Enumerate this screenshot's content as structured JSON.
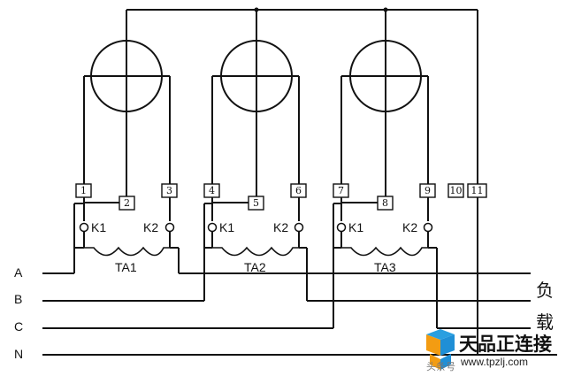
{
  "meters": [
    {
      "terminals": [
        "1",
        "2",
        "3"
      ],
      "k1": "K1",
      "k2": "K2",
      "ct": "TA1"
    },
    {
      "terminals": [
        "4",
        "5",
        "6"
      ],
      "k1": "K1",
      "k2": "K2",
      "ct": "TA2"
    },
    {
      "terminals": [
        "7",
        "8",
        "9"
      ],
      "k1": "K1",
      "k2": "K2",
      "ct": "TA3"
    }
  ],
  "neutral_terminals": [
    "10",
    "11"
  ],
  "lines": [
    "A",
    "B",
    "C",
    "N"
  ],
  "load_label": [
    "负",
    "载"
  ],
  "watermark": {
    "brand": "天品正连接",
    "url": "www.tpzlj.com",
    "prefix": "头条号"
  }
}
